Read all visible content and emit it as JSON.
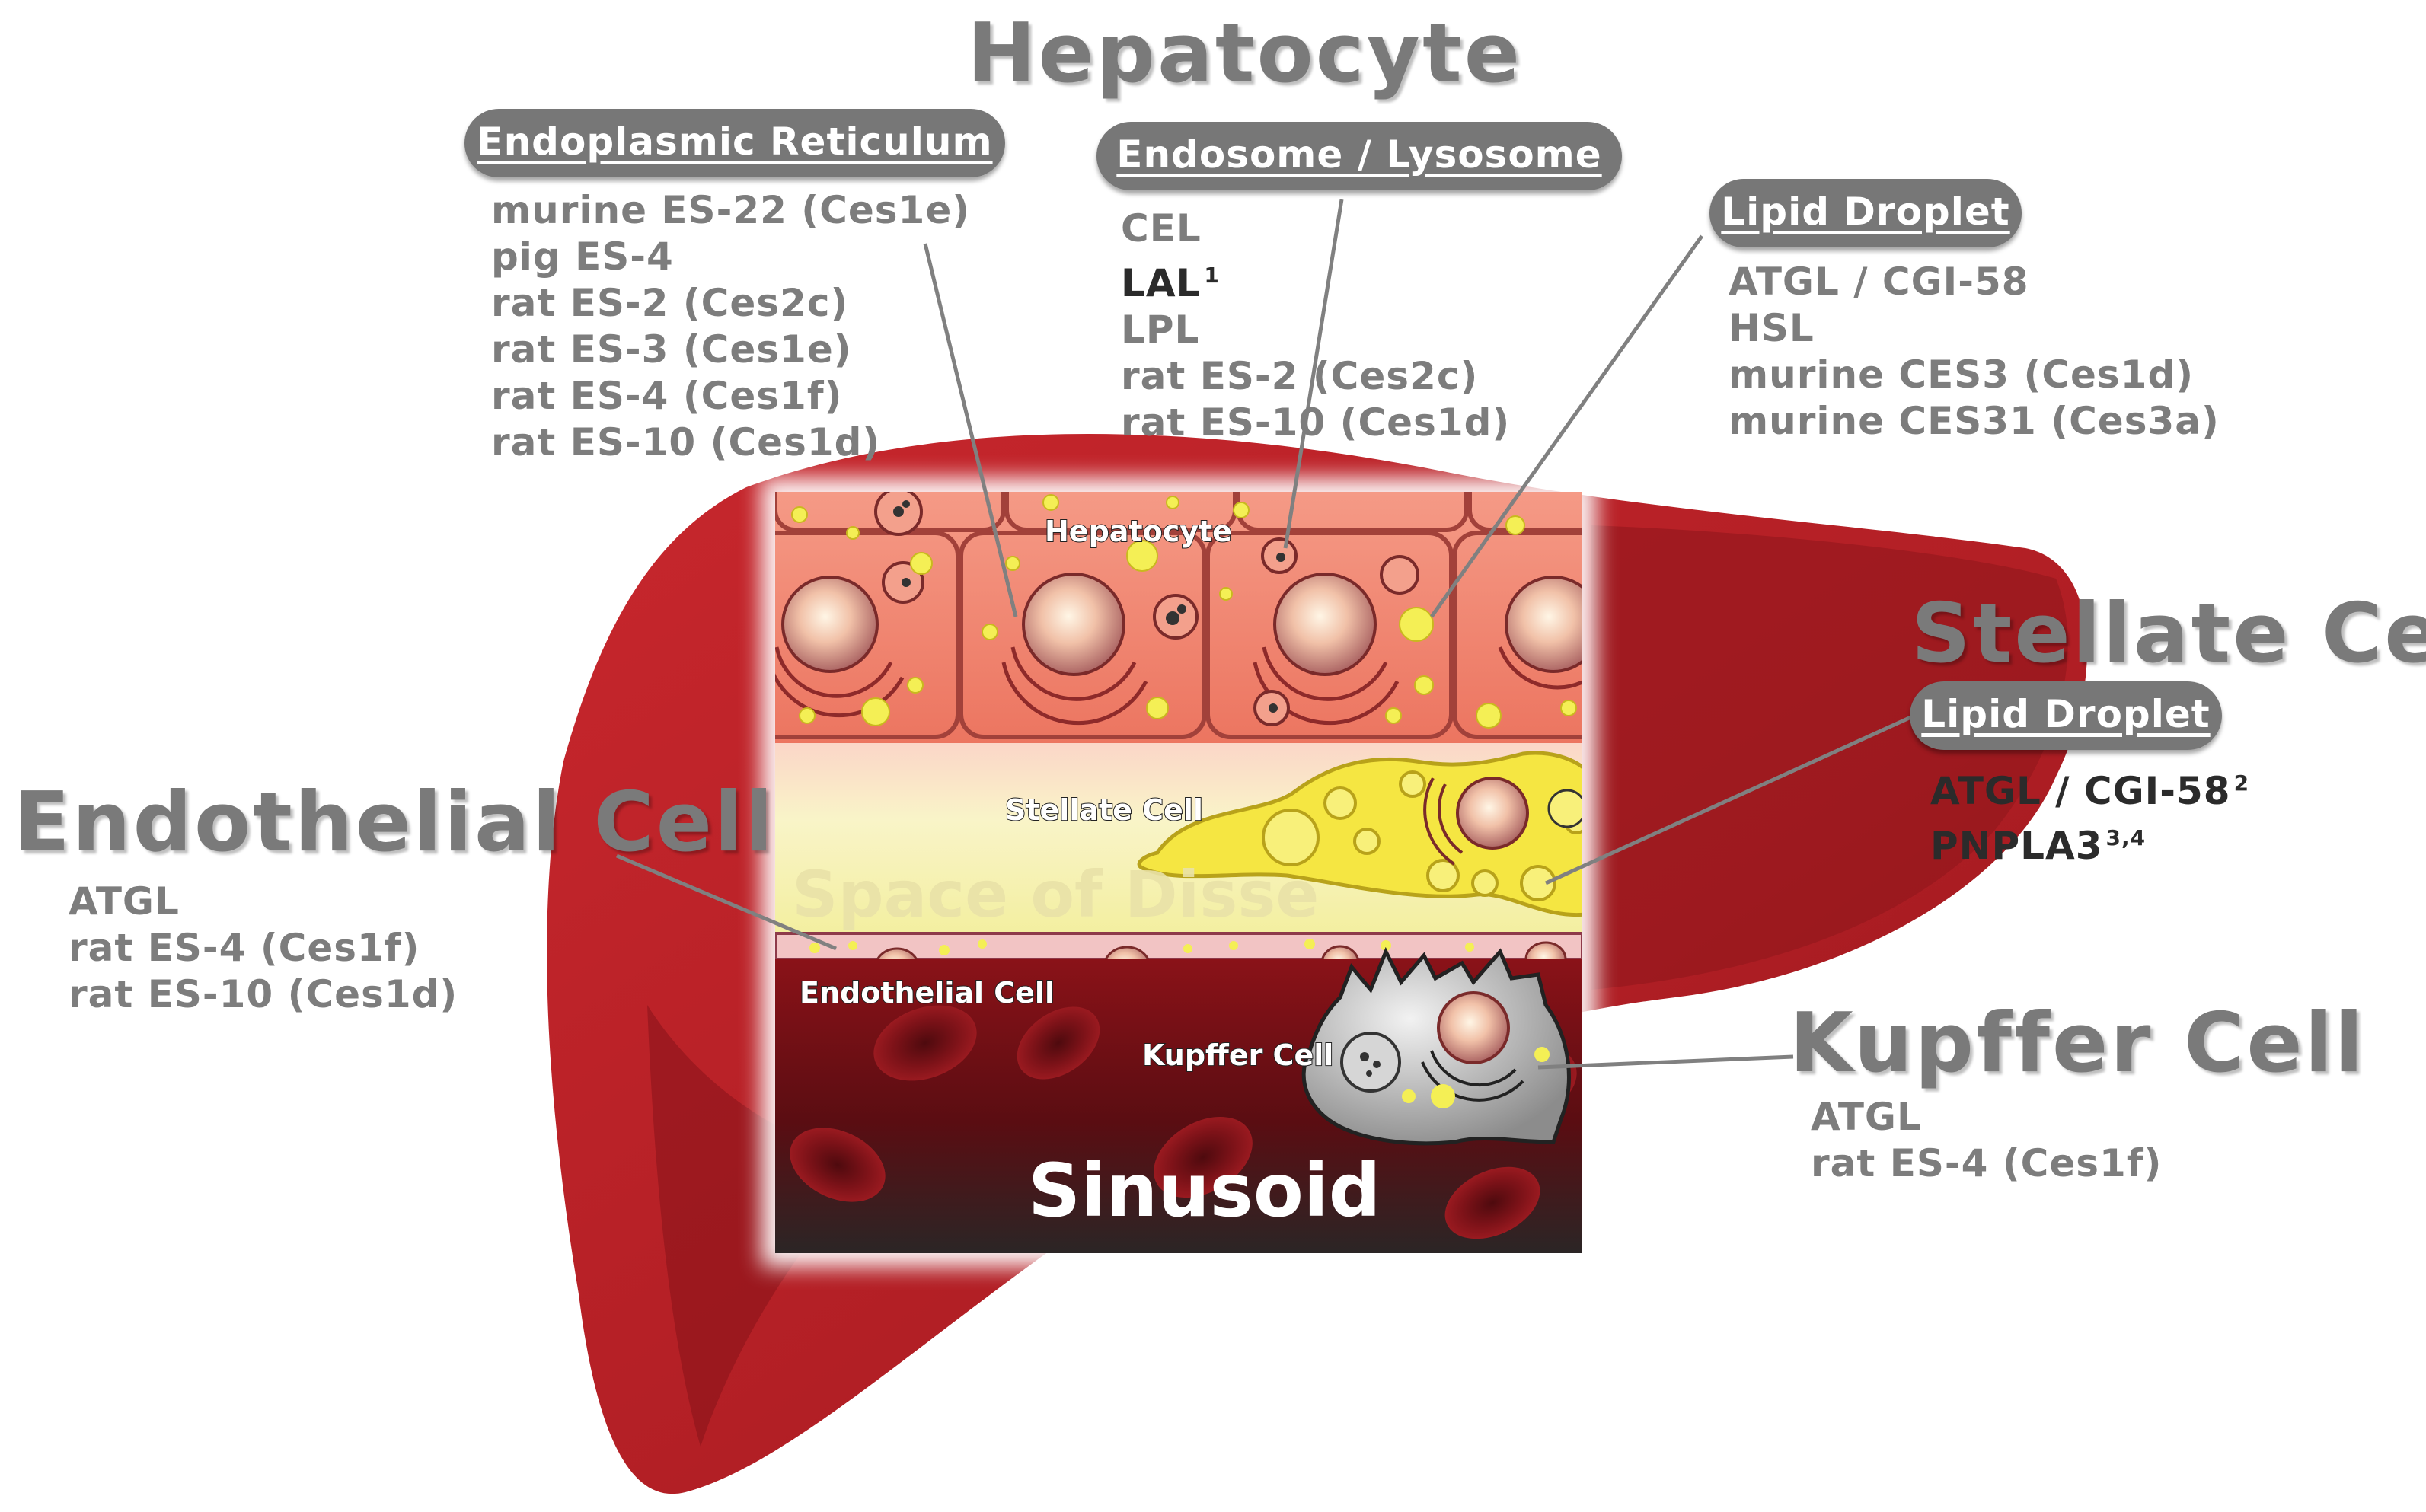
{
  "title": "Hepatocyte",
  "hepatocyte": {
    "er": {
      "label": "Endoplasmic Reticulum",
      "items": [
        {
          "text": "murine ES-22 (Ces1e)",
          "sup": "",
          "dark": false
        },
        {
          "text": "pig ES-4",
          "sup": "",
          "dark": false
        },
        {
          "text": "rat ES-2 (Ces2c)",
          "sup": "",
          "dark": false
        },
        {
          "text": "rat ES-3 (Ces1e)",
          "sup": "",
          "dark": false
        },
        {
          "text": "rat ES-4 (Ces1f)",
          "sup": "",
          "dark": false
        },
        {
          "text": "rat ES-10 (Ces1d)",
          "sup": "",
          "dark": false
        }
      ]
    },
    "endosome": {
      "label": "Endosome / Lysosome",
      "items": [
        {
          "text": "CEL",
          "sup": "",
          "dark": false
        },
        {
          "text": "LAL",
          "sup": "1",
          "dark": true
        },
        {
          "text": "LPL",
          "sup": "",
          "dark": false
        },
        {
          "text": "rat ES-2 (Ces2c)",
          "sup": "",
          "dark": false
        },
        {
          "text": "rat ES-10 (Ces1d)",
          "sup": "",
          "dark": false
        }
      ]
    },
    "lipid": {
      "label": "Lipid Droplet",
      "items": [
        {
          "text": "ATGL / CGI-58",
          "sup": "",
          "dark": false
        },
        {
          "text": "HSL",
          "sup": "",
          "dark": false
        },
        {
          "text": "murine CES3 (Ces1d)",
          "sup": "",
          "dark": false
        },
        {
          "text": "murine CES31 (Ces3a)",
          "sup": "",
          "dark": false
        }
      ]
    }
  },
  "stellate": {
    "title": "Stellate Cell",
    "pill": "Lipid Droplet",
    "items": [
      {
        "text": "ATGL / CGI-58",
        "sup": "2",
        "dark": true
      },
      {
        "text": "PNPLA3",
        "sup": "3,4",
        "dark": true
      }
    ]
  },
  "endothelial": {
    "title": "Endothelial Cell",
    "items": [
      {
        "text": "ATGL",
        "sup": "",
        "dark": false
      },
      {
        "text": "rat ES-4 (Ces1f)",
        "sup": "",
        "dark": false
      },
      {
        "text": "rat ES-10 (Ces1d)",
        "sup": "",
        "dark": false
      }
    ]
  },
  "kupffer": {
    "title": "Kupffer Cell",
    "items": [
      {
        "text": "ATGL",
        "sup": "",
        "dark": false
      },
      {
        "text": "rat ES-4 (Ces1f)",
        "sup": "",
        "dark": false
      }
    ]
  },
  "inset": {
    "hepatocyte": "Hepatocyte",
    "stellate": "Stellate Cell",
    "disse": "Space of Disse",
    "endothelial": "Endothelial Cell",
    "kupffer": "Kupffer Cell",
    "sinusoid": "Sinusoid"
  },
  "colors": {
    "liver": "#b01e24",
    "liver_dark": "#8a1218",
    "hepatocyte": "#f28a74",
    "disse": "#f7f2b0",
    "stellate": "#f5e642",
    "sinusoid": "#5a0d12",
    "lipid": "#f4ef55",
    "text_gray": "#7d7d7d",
    "pill": "#777777"
  }
}
